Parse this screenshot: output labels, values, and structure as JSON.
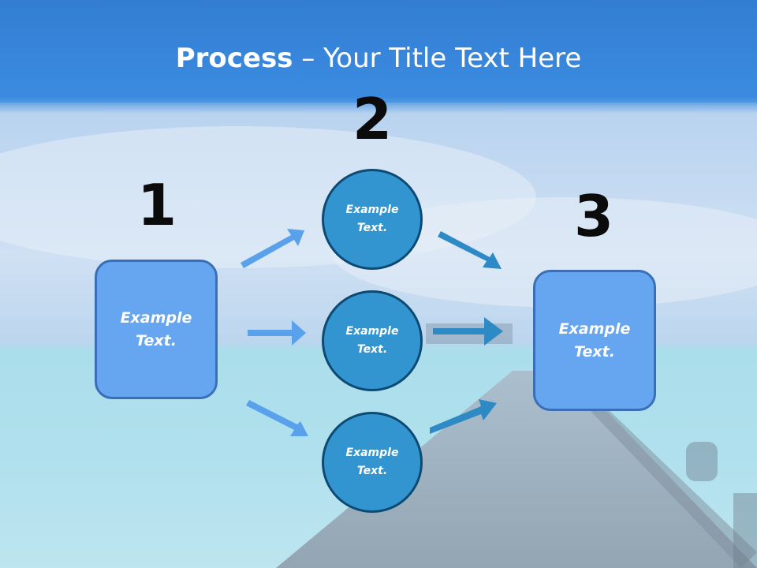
{
  "title": {
    "bold": "Process",
    "rest": " – Your Title Text Here"
  },
  "steps": {
    "one": {
      "number": "1",
      "text": "Example Text."
    },
    "two": {
      "number": "2",
      "items": [
        "Example Text.",
        "Example Text.",
        "Example Text."
      ]
    },
    "three": {
      "number": "3",
      "text": "Example Text."
    }
  },
  "colors": {
    "box_fill": "#66a6f0",
    "circle_fill": "#3395cf",
    "arrow_light": "#5aa1ec",
    "arrow_dark": "#2e8ac4"
  }
}
